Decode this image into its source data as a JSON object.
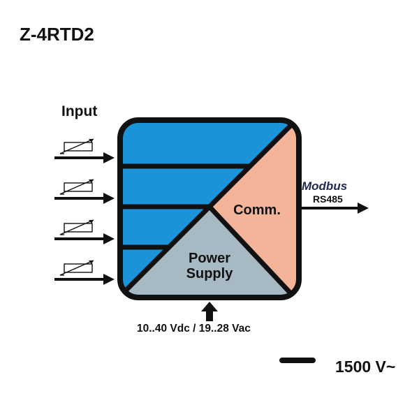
{
  "model": "Z-4RTD2",
  "input_label": "Input",
  "sections": {
    "comm": "Comm.",
    "power_line1": "Power",
    "power_line2": "Supply"
  },
  "output": {
    "protocol": "Modbus",
    "interface": "RS485"
  },
  "power_supply": "10..40 Vdc / 19..28 Vac",
  "isolation": "1500 V~",
  "icons": [
    "rtd-sensor-icon",
    "rtd-sensor-icon",
    "rtd-sensor-icon",
    "rtd-sensor-icon"
  ],
  "colors": {
    "input_blue": "#1b93d8",
    "comm_peach": "#f4b49a",
    "power_gray": "#a7bac3",
    "outline": "#111111"
  }
}
